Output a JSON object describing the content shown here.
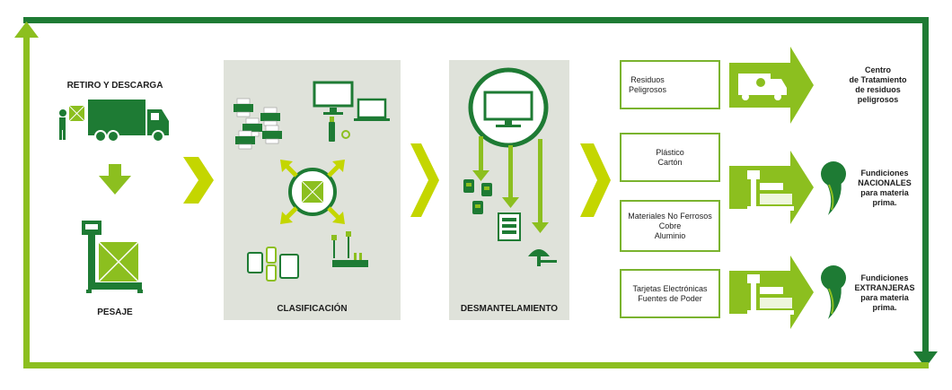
{
  "colors": {
    "dark_green": "#1e7b34",
    "light_green": "#8cbf1f",
    "lime": "#c4d600",
    "panel_gray": "#dfe2da",
    "box_border": "#7ab32e",
    "text": "#1d1d1d"
  },
  "steps": {
    "retiro": "RETIRO Y DESCARGA",
    "pesaje": "PESAJE",
    "clasificacion": "CLASIFICACIÓN",
    "desmantelamiento": "DESMANTELAMIENTO"
  },
  "materials": [
    {
      "lines": [
        "Residuos",
        "Peligrosos"
      ]
    },
    {
      "lines": [
        "Plástico",
        "Cartón"
      ]
    },
    {
      "lines": [
        "Materiales No Ferrosos",
        "Cobre",
        "Aluminio"
      ]
    },
    {
      "lines": [
        "Tarjetas Electrónicas",
        "Fuentes de Poder"
      ]
    }
  ],
  "destinations": [
    {
      "lines": [
        "Centro",
        "de Tratamiento",
        "de residuos",
        "peligrosos"
      ]
    },
    {
      "lines": [
        "Fundiciones",
        "NACIONALES",
        "para materia",
        "prima."
      ]
    },
    {
      "lines": [
        "Fundiciones",
        "EXTRANJERAS",
        "para materia",
        "prima."
      ]
    }
  ],
  "icons": {
    "truck": "truck-icon",
    "worker": "worker-box-icon",
    "scale": "scale-icon",
    "printers": "printer-icon",
    "monitor": "monitor-icon",
    "laptop": "laptop-icon",
    "usb": "usb-icon",
    "recycle_box": "sorting-box-icon",
    "tablets": "tablet-icon",
    "router": "router-icon",
    "gas_mask": "gas-mask-icon",
    "funnel": "funnel-icon",
    "industrial_scale": "industrial-scale-icon",
    "molten_metal": "molten-metal-icon"
  }
}
